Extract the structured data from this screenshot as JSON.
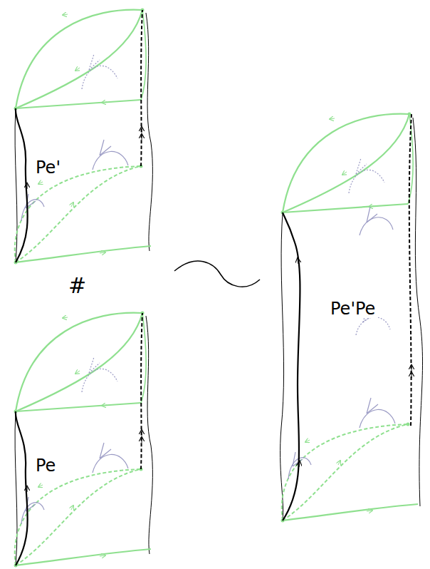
{
  "diagram": {
    "labels": [
      "Pe'",
      "#",
      "Pe",
      "Pe'Pe"
    ]
  }
}
